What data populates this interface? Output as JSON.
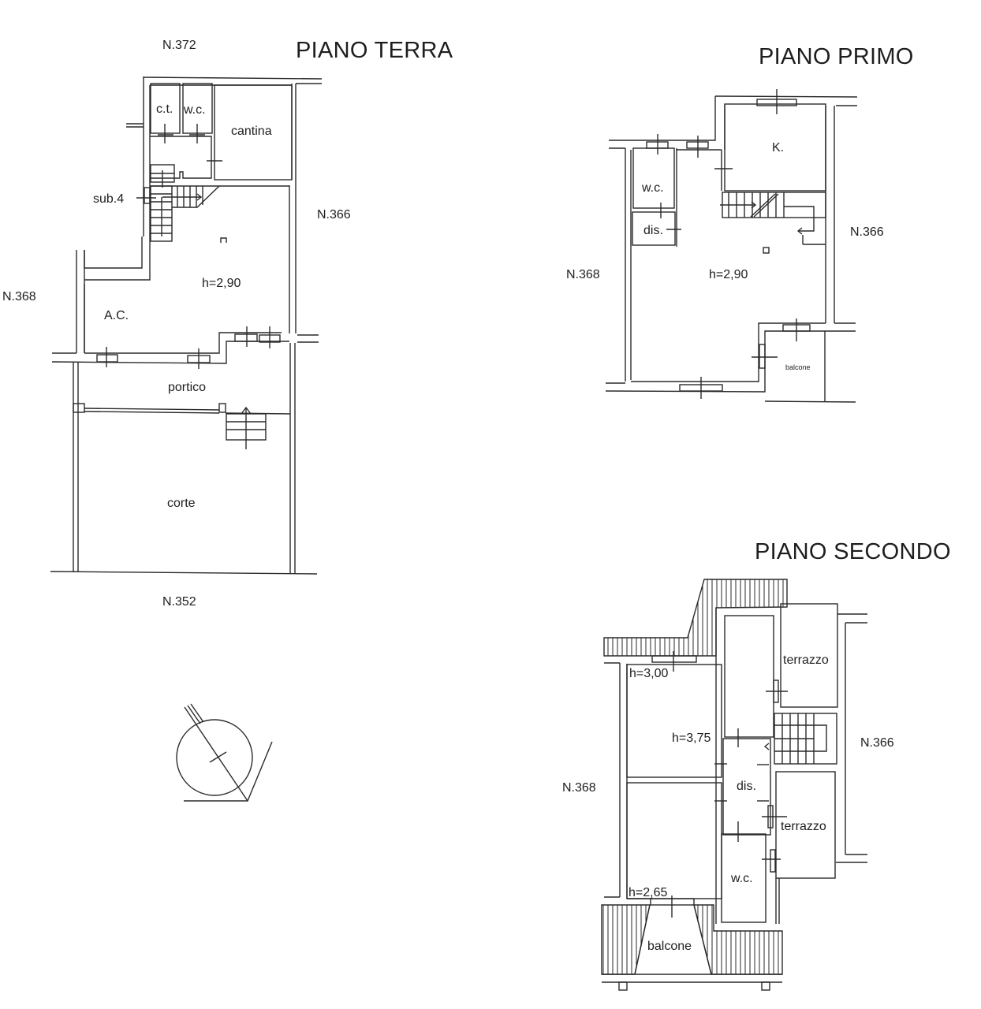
{
  "floors": {
    "ground": {
      "title": "PIANO TERRA",
      "neighbors": {
        "north": "N.372",
        "east": "N.366",
        "west": "N.368",
        "south": "N.352"
      },
      "rooms": {
        "ct": "c.t.",
        "wc": "w.c.",
        "cantina": "cantina",
        "sub": "sub.4",
        "height": "h=2,90",
        "ac": "A.C.",
        "portico": "portico",
        "corte": "corte"
      }
    },
    "first": {
      "title": "PIANO PRIMO",
      "neighbors": {
        "east": "N.366",
        "west": "N.368"
      },
      "rooms": {
        "k": "K.",
        "wc": "w.c.",
        "dis": "dis.",
        "height": "h=2,90",
        "balcone": "balcone"
      }
    },
    "second": {
      "title": "PIANO SECONDO",
      "neighbors": {
        "east": "N.366",
        "west": "N.368"
      },
      "rooms": {
        "h300": "h=3,00",
        "h375": "h=3,75",
        "h265": "h=2,65",
        "terrazzo_top": "terrazzo",
        "terrazzo_bottom": "terrazzo",
        "dis": "dis.",
        "wc": "w.c.",
        "balcone": "balcone"
      }
    }
  },
  "north_arrow": {
    "icon": "north-arrow-icon"
  },
  "colors": {
    "line": "#2a2a2a",
    "background": "#ffffff"
  }
}
